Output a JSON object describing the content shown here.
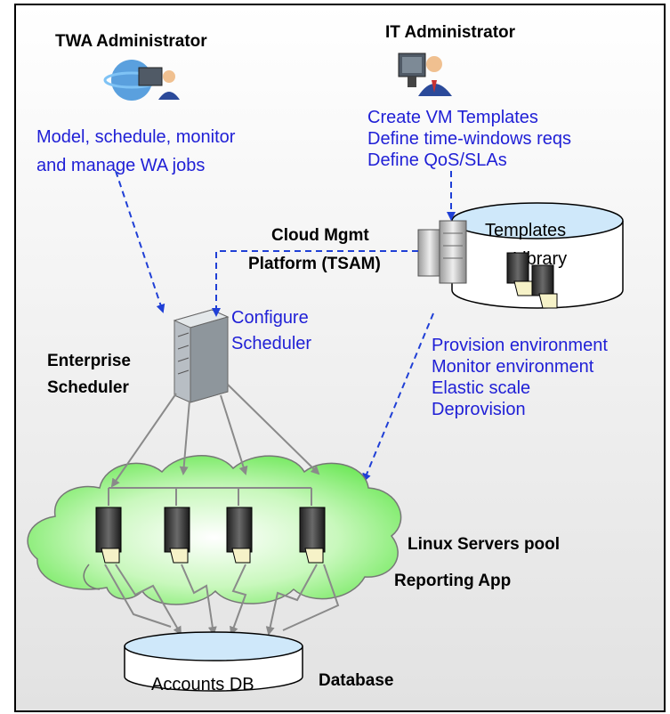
{
  "roles": {
    "twa_admin": "TWA Administrator",
    "it_admin": "IT Administrator"
  },
  "twa_tasks": [
    "Model, schedule, monitor",
    "and manage WA  jobs"
  ],
  "it_tasks": [
    "Create VM Templates",
    "Define time-windows reqs",
    "Define QoS/SLAs"
  ],
  "templates_library": [
    "Templates",
    "Library"
  ],
  "cloud_platform": [
    "Cloud Mgmt",
    "Platform (TSAM)"
  ],
  "configure": [
    "Configure",
    "Scheduler"
  ],
  "enterprise_scheduler": [
    "Enterprise",
    "Scheduler"
  ],
  "provision_tasks": [
    "Provision environment",
    "Monitor environment",
    "Elastic scale",
    "Deprovision"
  ],
  "linux_pool": "Linux Servers pool",
  "reporting_app": "Reporting App",
  "database": {
    "name": "Accounts DB",
    "label": "Database"
  },
  "colors": {
    "task_text": "#1f1fd6",
    "arrow_dashed": "#1f3fd6",
    "cloud_fill": "#8ef07a",
    "cylinder_fill": "#cfe8fa"
  }
}
